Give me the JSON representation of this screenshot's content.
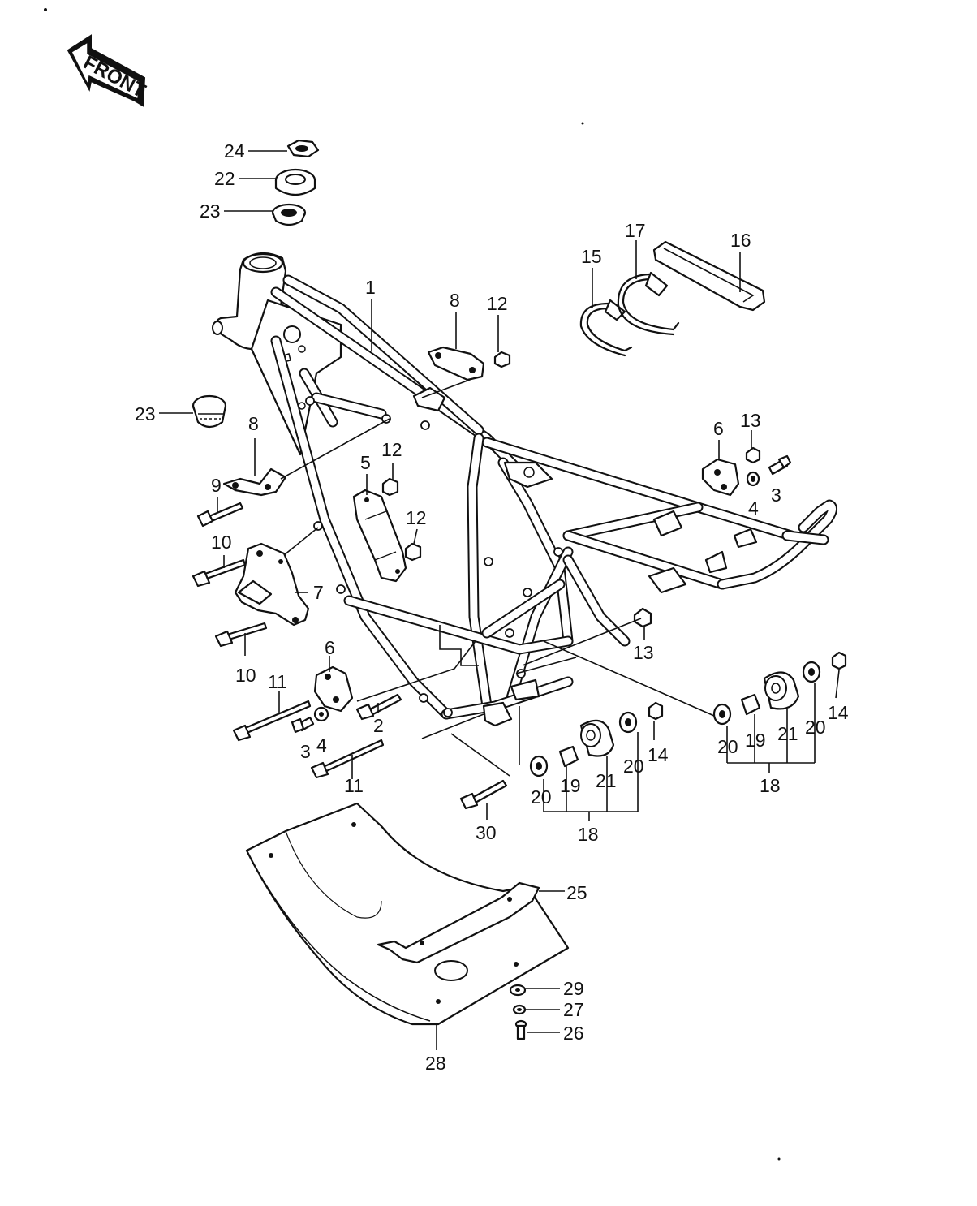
{
  "front_badge": {
    "label": "FRONT"
  },
  "callouts": [
    {
      "id": "c24",
      "text": "24",
      "name": "callout-24"
    },
    {
      "id": "c22",
      "text": "22",
      "name": "callout-22"
    },
    {
      "id": "c23a",
      "text": "23",
      "name": "callout-23-top"
    },
    {
      "id": "c1",
      "text": "1",
      "name": "callout-1"
    },
    {
      "id": "c8a",
      "text": "8",
      "name": "callout-8-top"
    },
    {
      "id": "c12a",
      "text": "12",
      "name": "callout-12-top"
    },
    {
      "id": "c15",
      "text": "15",
      "name": "callout-15"
    },
    {
      "id": "c17",
      "text": "17",
      "name": "callout-17"
    },
    {
      "id": "c16",
      "text": "16",
      "name": "callout-16"
    },
    {
      "id": "c23b",
      "text": "23",
      "name": "callout-23-left"
    },
    {
      "id": "c8b",
      "text": "8",
      "name": "callout-8-left"
    },
    {
      "id": "c6a",
      "text": "6",
      "name": "callout-6-right"
    },
    {
      "id": "c13a",
      "text": "13",
      "name": "callout-13-right"
    },
    {
      "id": "c3a",
      "text": "3",
      "name": "callout-3-right"
    },
    {
      "id": "c4a",
      "text": "4",
      "name": "callout-4-right"
    },
    {
      "id": "c5",
      "text": "5",
      "name": "callout-5"
    },
    {
      "id": "c12b",
      "text": "12",
      "name": "callout-12-mid"
    },
    {
      "id": "c12c",
      "text": "12",
      "name": "callout-12-low"
    },
    {
      "id": "c9",
      "text": "9",
      "name": "callout-9"
    },
    {
      "id": "c10a",
      "text": "10",
      "name": "callout-10-top"
    },
    {
      "id": "c7",
      "text": "7",
      "name": "callout-7"
    },
    {
      "id": "c10b",
      "text": "10",
      "name": "callout-10-bottom"
    },
    {
      "id": "c13b",
      "text": "13",
      "name": "callout-13-mid"
    },
    {
      "id": "c6b",
      "text": "6",
      "name": "callout-6-left"
    },
    {
      "id": "c11a",
      "text": "11",
      "name": "callout-11-top"
    },
    {
      "id": "c3b",
      "text": "3",
      "name": "callout-3-left"
    },
    {
      "id": "c4b",
      "text": "4",
      "name": "callout-4-left"
    },
    {
      "id": "c2",
      "text": "2",
      "name": "callout-2"
    },
    {
      "id": "c11b",
      "text": "11",
      "name": "callout-11-bottom"
    },
    {
      "id": "c30",
      "text": "30",
      "name": "callout-30"
    },
    {
      "id": "c20a",
      "text": "20",
      "name": "callout-20-a"
    },
    {
      "id": "c19a",
      "text": "19",
      "name": "callout-19-a"
    },
    {
      "id": "c21a",
      "text": "21",
      "name": "callout-21-a"
    },
    {
      "id": "c20b",
      "text": "20",
      "name": "callout-20-b"
    },
    {
      "id": "c14a",
      "text": "14",
      "name": "callout-14-a"
    },
    {
      "id": "c18a",
      "text": "18",
      "name": "callout-18-a"
    },
    {
      "id": "c20c",
      "text": "20",
      "name": "callout-20-c"
    },
    {
      "id": "c19b",
      "text": "19",
      "name": "callout-19-b"
    },
    {
      "id": "c21b",
      "text": "21",
      "name": "callout-21-b"
    },
    {
      "id": "c20d",
      "text": "20",
      "name": "callout-20-d"
    },
    {
      "id": "c14b",
      "text": "14",
      "name": "callout-14-b"
    },
    {
      "id": "c18b",
      "text": "18",
      "name": "callout-18-b"
    },
    {
      "id": "c25",
      "text": "25",
      "name": "callout-25"
    },
    {
      "id": "c29",
      "text": "29",
      "name": "callout-29"
    },
    {
      "id": "c27",
      "text": "27",
      "name": "callout-27"
    },
    {
      "id": "c26",
      "text": "26",
      "name": "callout-26"
    },
    {
      "id": "c28",
      "text": "28",
      "name": "callout-28"
    }
  ]
}
